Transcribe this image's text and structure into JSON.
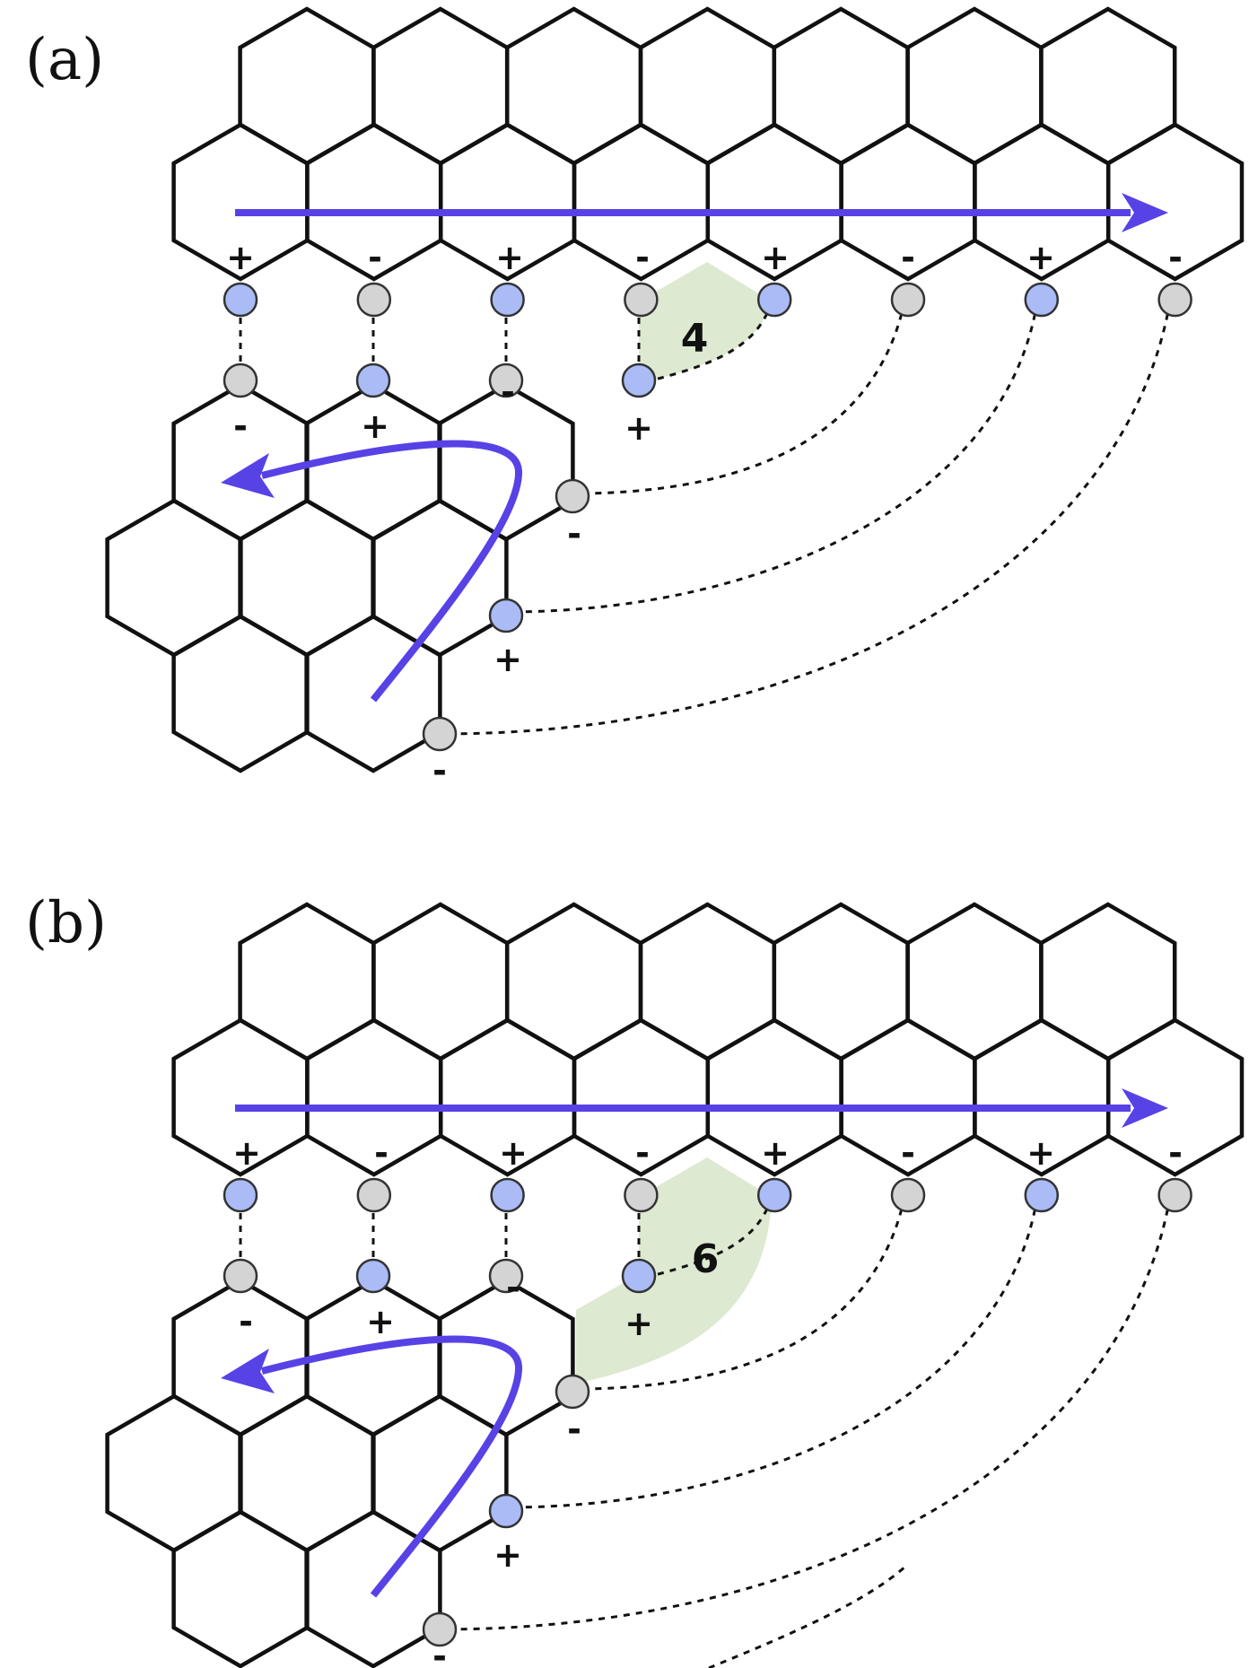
{
  "colors": {
    "hex_stroke": "#111111",
    "flow_arrow": "#5742e6",
    "site_plus": "#aabbf6",
    "site_minus": "#d4d4d4",
    "ring_shade": "#dde9d0"
  },
  "panels": [
    {
      "label": "(a)",
      "ring_size": "4",
      "top_signs": [
        "+",
        "-",
        "+",
        "-",
        "+",
        "-",
        "+",
        "-"
      ],
      "lower_signs": [
        "-",
        "+",
        "-",
        "+"
      ],
      "edge_signs": [
        "-",
        "+",
        "-"
      ]
    },
    {
      "label": "(b)",
      "ring_size": "6",
      "top_signs": [
        "+",
        "-",
        "+",
        "-",
        "+",
        "-",
        "+",
        "-"
      ],
      "lower_signs": [
        "-",
        "+",
        "-",
        "+"
      ],
      "edge_signs": [
        "-",
        "+",
        "-"
      ]
    }
  ]
}
